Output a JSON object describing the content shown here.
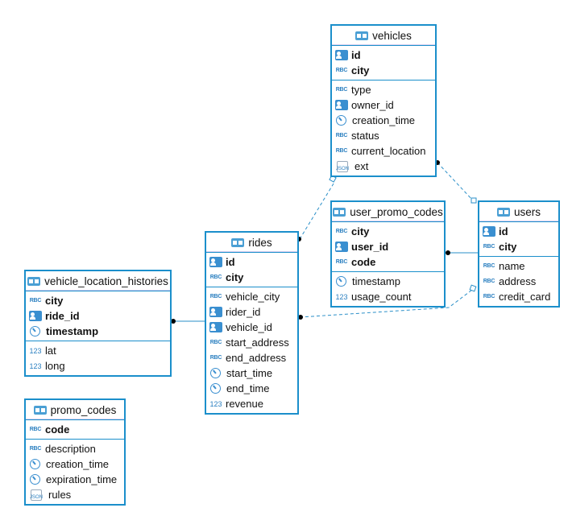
{
  "accent_color": "#1b8fcb",
  "tables": [
    {
      "id": "vehicles",
      "name": "vehicles",
      "keys": [
        {
          "name": "id",
          "type": "key"
        },
        {
          "name": "city",
          "type": "abc"
        }
      ],
      "columns": [
        {
          "name": "type",
          "type": "abc"
        },
        {
          "name": "owner_id",
          "type": "key"
        },
        {
          "name": "creation_time",
          "type": "time"
        },
        {
          "name": "status",
          "type": "abc"
        },
        {
          "name": "current_location",
          "type": "abc"
        },
        {
          "name": "ext",
          "type": "json"
        }
      ]
    },
    {
      "id": "users",
      "name": "users",
      "keys": [
        {
          "name": "id",
          "type": "key"
        },
        {
          "name": "city",
          "type": "abc"
        }
      ],
      "columns": [
        {
          "name": "name",
          "type": "abc"
        },
        {
          "name": "address",
          "type": "abc"
        },
        {
          "name": "credit_card",
          "type": "abc"
        }
      ]
    },
    {
      "id": "user_promo_codes",
      "name": "user_promo_codes",
      "keys": [
        {
          "name": "city",
          "type": "abc"
        },
        {
          "name": "user_id",
          "type": "key"
        },
        {
          "name": "code",
          "type": "abc"
        }
      ],
      "columns": [
        {
          "name": "timestamp",
          "type": "time"
        },
        {
          "name": "usage_count",
          "type": "num"
        }
      ]
    },
    {
      "id": "rides",
      "name": "rides",
      "keys": [
        {
          "name": "id",
          "type": "key"
        },
        {
          "name": "city",
          "type": "abc"
        }
      ],
      "columns": [
        {
          "name": "vehicle_city",
          "type": "abc"
        },
        {
          "name": "rider_id",
          "type": "key"
        },
        {
          "name": "vehicle_id",
          "type": "key"
        },
        {
          "name": "start_address",
          "type": "abc"
        },
        {
          "name": "end_address",
          "type": "abc"
        },
        {
          "name": "start_time",
          "type": "time"
        },
        {
          "name": "end_time",
          "type": "time"
        },
        {
          "name": "revenue",
          "type": "num"
        }
      ]
    },
    {
      "id": "vehicle_location_histories",
      "name": "vehicle_location_histories",
      "keys": [
        {
          "name": "city",
          "type": "abc"
        },
        {
          "name": "ride_id",
          "type": "key"
        },
        {
          "name": "timestamp",
          "type": "time"
        }
      ],
      "columns": [
        {
          "name": "lat",
          "type": "num"
        },
        {
          "name": "long",
          "type": "num"
        }
      ]
    },
    {
      "id": "promo_codes",
      "name": "promo_codes",
      "keys": [
        {
          "name": "code",
          "type": "abc"
        }
      ],
      "columns": [
        {
          "name": "description",
          "type": "abc"
        },
        {
          "name": "creation_time",
          "type": "time"
        },
        {
          "name": "expiration_time",
          "type": "time"
        },
        {
          "name": "rules",
          "type": "json"
        }
      ]
    }
  ],
  "type_icons": {
    "abc": "RBC",
    "num": "123",
    "json": "JSON",
    "key": "",
    "time": ""
  }
}
